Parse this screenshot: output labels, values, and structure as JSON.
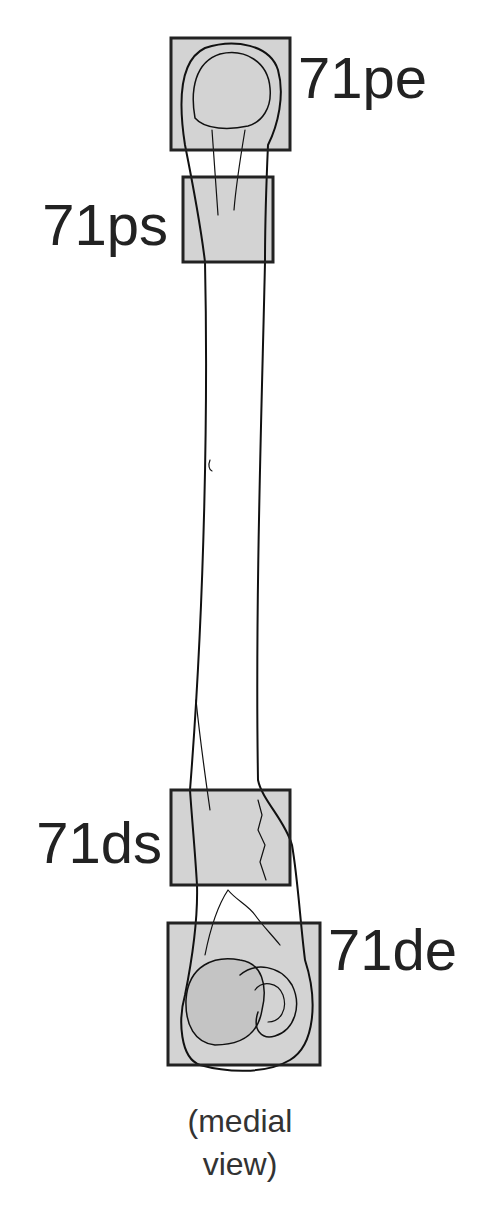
{
  "diagram": {
    "caption": "(medial view)",
    "labels": [
      "71pe",
      "71ps",
      "71ds",
      "71de"
    ]
  }
}
